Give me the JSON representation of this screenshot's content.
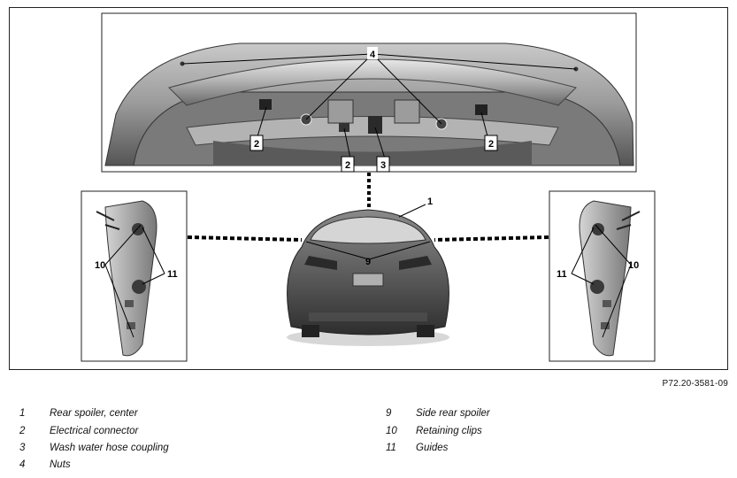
{
  "figure": {
    "code": "P72.20-3581-09",
    "callouts": {
      "c1": "1",
      "c2a": "2",
      "c2b": "2",
      "c2c": "2",
      "c3": "3",
      "c4": "4",
      "c9": "9",
      "c10a": "10",
      "c10b": "10",
      "c11a": "11",
      "c11b": "11"
    }
  },
  "legend": [
    {
      "number": "1",
      "text": "Rear spoiler, center"
    },
    {
      "number": "2",
      "text": "Electrical connector"
    },
    {
      "number": "3",
      "text": "Wash water hose coupling"
    },
    {
      "number": "4",
      "text": "Nuts"
    },
    {
      "number": "9",
      "text": "Side rear spoiler"
    },
    {
      "number": "10",
      "text": "Retaining clips"
    },
    {
      "number": "11",
      "text": "Guides"
    }
  ]
}
